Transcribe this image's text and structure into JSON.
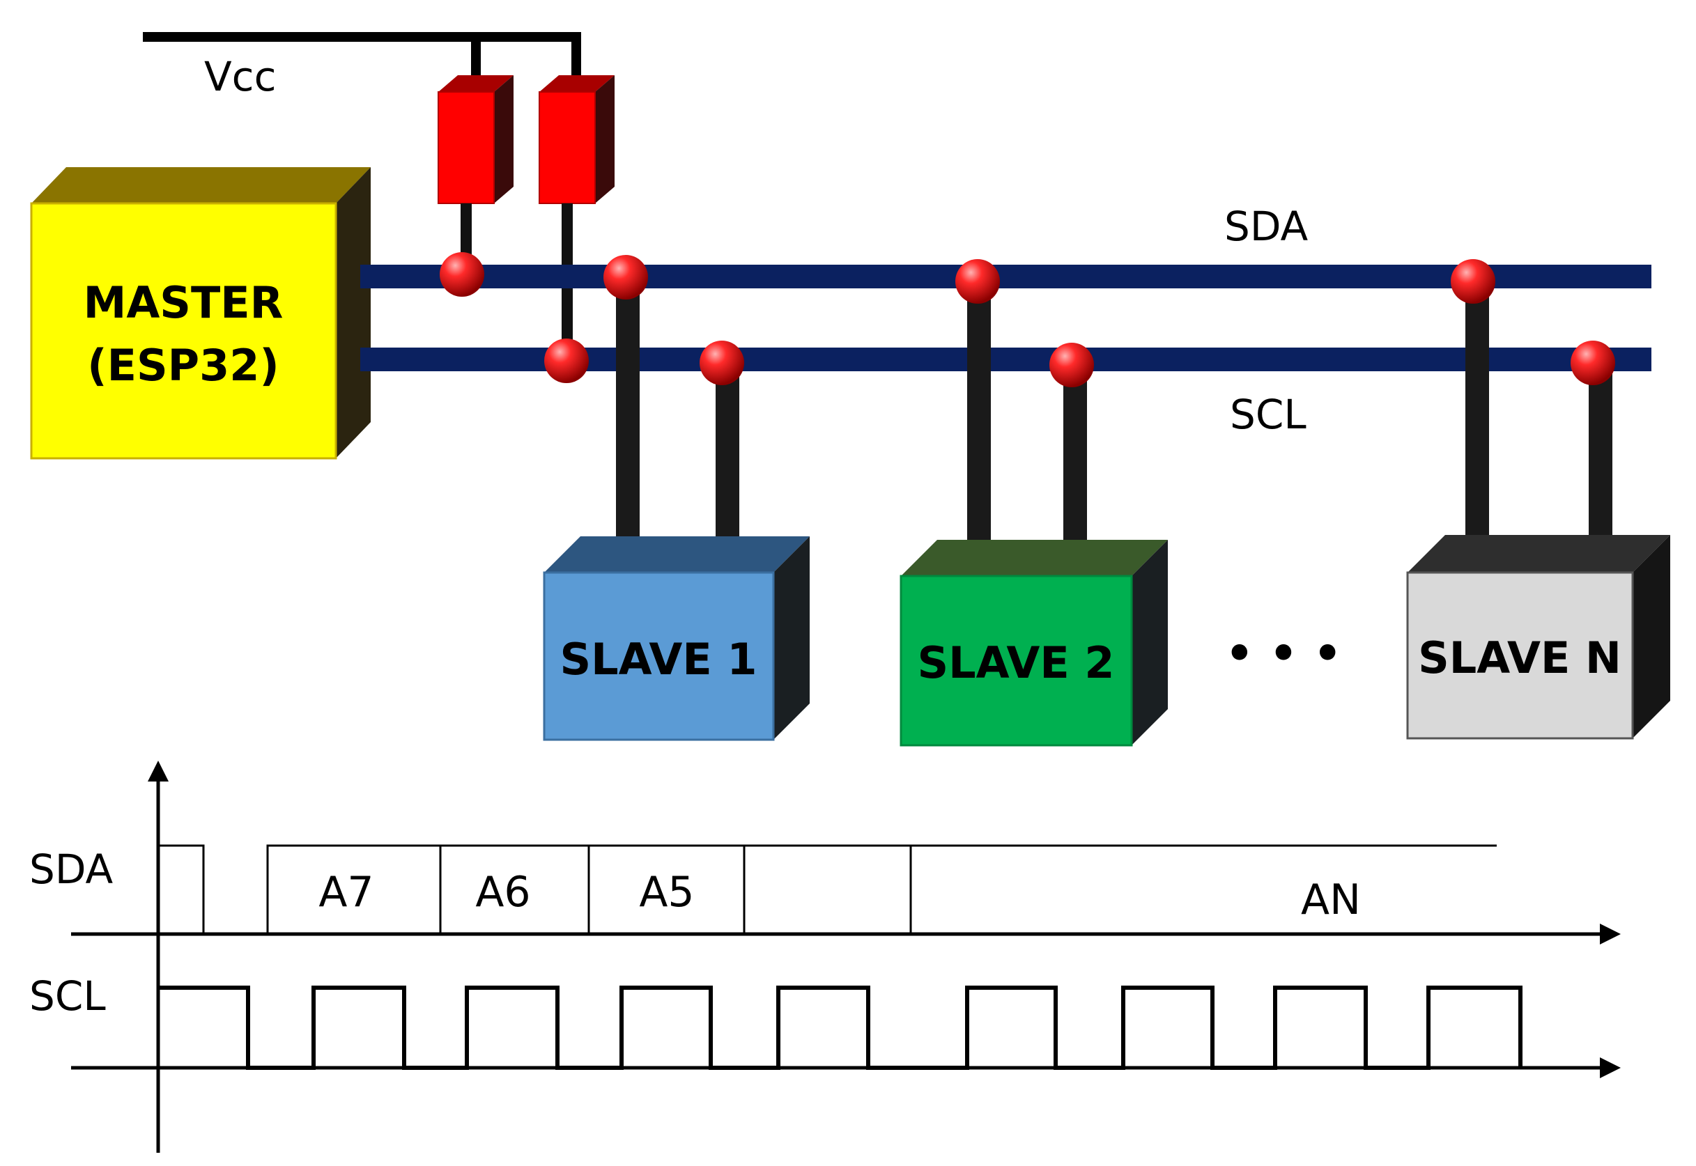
{
  "labels": {
    "vcc": "Vcc",
    "sda_bus": "SDA",
    "scl_bus": "SCL",
    "ellipsis": "• • •",
    "sda_signal": "SDA",
    "scl_signal": "SCL"
  },
  "master": {
    "line1": "MASTER",
    "line2": "(ESP32)",
    "color": "#FFFF00"
  },
  "slaves": [
    {
      "label": "SLAVE 1",
      "color": "#5B9BD5"
    },
    {
      "label": "SLAVE 2",
      "color": "#00B050"
    },
    {
      "label": "SLAVE N",
      "color": "#D9D9D9"
    }
  ],
  "timing": {
    "segments": [
      "A7",
      "A6",
      "A5",
      "",
      "AN"
    ]
  },
  "colors": {
    "bus": "#0B2160",
    "resistor": "#FF0000",
    "node": "#E00000",
    "wire": "#1A1A1A"
  }
}
